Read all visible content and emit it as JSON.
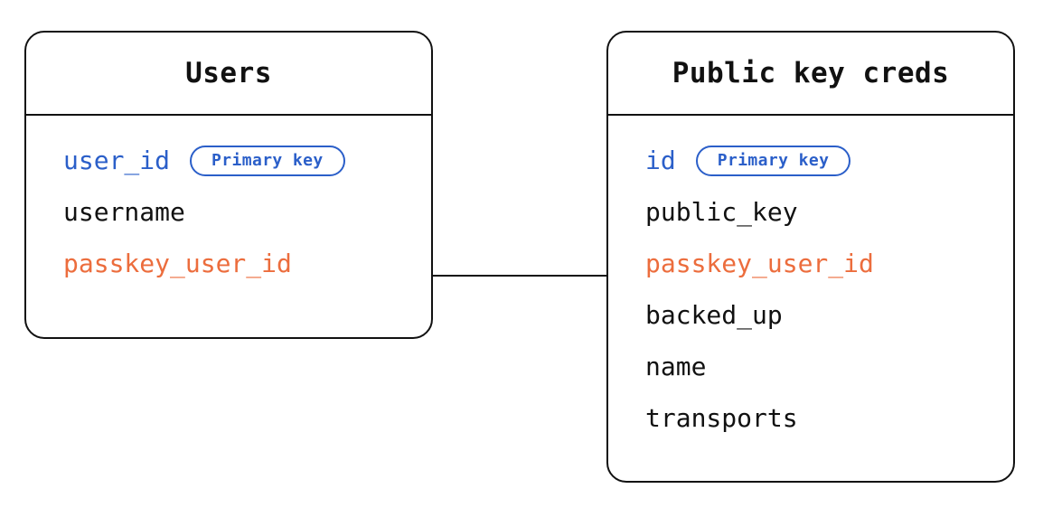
{
  "diagram": {
    "type": "entity-relationship-diagram",
    "background_color": "#ffffff",
    "stroke_color": "#111111",
    "key_color": "#2b5fc9",
    "foreign_key_color": "#ec6d3d",
    "text_color": "#111111"
  },
  "entities": [
    {
      "id": "users",
      "title": "Users",
      "fields": [
        {
          "name": "user_id",
          "role": "primary-key",
          "badge": "Primary key",
          "color": "#2b5fc9"
        },
        {
          "name": "username",
          "role": "plain",
          "badge": null,
          "color": "#111111"
        },
        {
          "name": "passkey_user_id",
          "role": "foreign-key",
          "badge": null,
          "color": "#ec6d3d"
        }
      ]
    },
    {
      "id": "public_key_creds",
      "title": "Public key creds",
      "fields": [
        {
          "name": "id",
          "role": "primary-key",
          "badge": "Primary key",
          "color": "#2b5fc9"
        },
        {
          "name": "public_key",
          "role": "plain",
          "badge": null,
          "color": "#111111"
        },
        {
          "name": "passkey_user_id",
          "role": "foreign-key",
          "badge": null,
          "color": "#ec6d3d"
        },
        {
          "name": "backed_up",
          "role": "plain",
          "badge": null,
          "color": "#111111"
        },
        {
          "name": "name",
          "role": "plain",
          "badge": null,
          "color": "#111111"
        },
        {
          "name": "transports",
          "role": "plain",
          "badge": null,
          "color": "#111111"
        }
      ]
    }
  ],
  "relationships": [
    {
      "from_entity": "users",
      "from_field": "passkey_user_id",
      "to_entity": "public_key_creds",
      "to_field": "passkey_user_id",
      "style": "solid-line"
    }
  ]
}
